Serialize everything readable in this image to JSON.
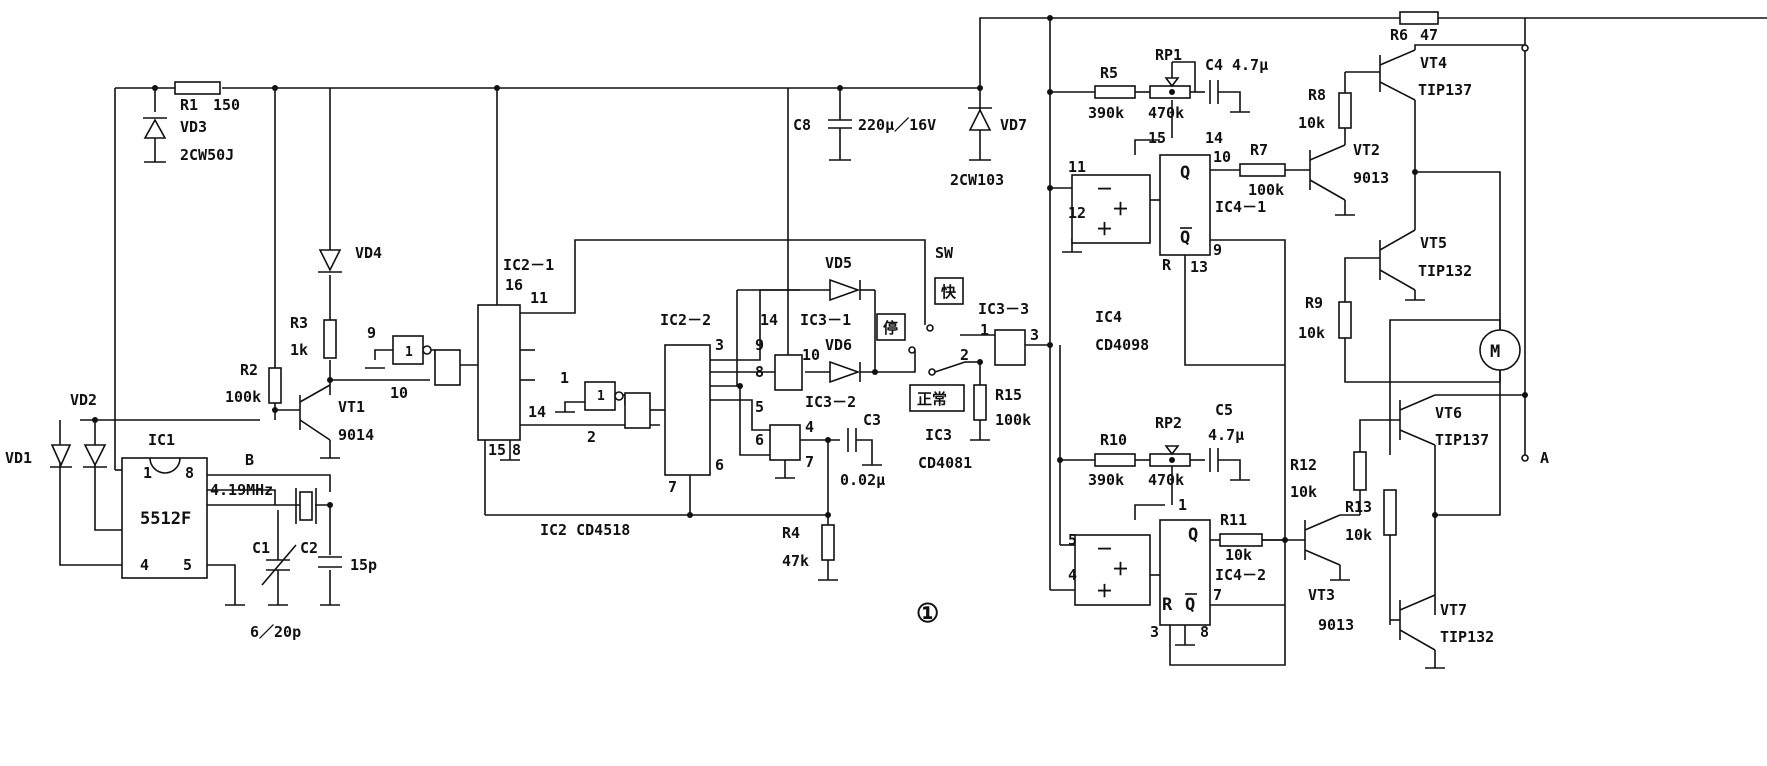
{
  "figure_number": "①",
  "power": {
    "r1": {
      "ref": "R1",
      "value": "150"
    },
    "vd3": {
      "ref": "VD3",
      "value": "2CW50J"
    },
    "c8": {
      "ref": "C8",
      "value": "220μ／16V"
    },
    "vd7": {
      "ref": "VD7",
      "value": "2CW103"
    },
    "r6": {
      "ref": "R6",
      "value": "47"
    }
  },
  "clock": {
    "ic1": {
      "ref": "IC1",
      "part": "5512F",
      "pins": [
        "1",
        "8",
        "4",
        "5"
      ]
    },
    "crystal": {
      "ref": "B",
      "value": "4.19MHz"
    },
    "c1": {
      "ref": "C1",
      "value": "6／20p"
    },
    "c2": {
      "ref": "C2",
      "value": "15p"
    },
    "vd1": "VD1",
    "vd2": "VD2",
    "r2": {
      "ref": "R2",
      "value": "100k"
    },
    "r3": {
      "ref": "R3",
      "value": "1k"
    },
    "vd4": "VD4",
    "vt1": {
      "ref": "VT1",
      "part": "9014"
    }
  },
  "counter": {
    "ic2_1": "IC2－1",
    "ic2_2": "IC2－2",
    "ic2": "IC2 CD4518",
    "pins": {
      "p9": "9",
      "p10": "10",
      "p16": "16",
      "p11": "11",
      "p1": "1",
      "p14": "14",
      "p2": "2",
      "p15": "15",
      "p8": "8",
      "p3": "3",
      "p6": "6",
      "p7": "7"
    },
    "inv_label": "1"
  },
  "gate": {
    "vd5": "VD5",
    "vd6": "VD6",
    "ic3_1": "IC3－1",
    "ic3_2": "IC3－2",
    "ic3_3": "IC3－3",
    "ic3": {
      "ref": "IC3",
      "part": "CD4081"
    },
    "c3": {
      "ref": "C3",
      "value": "0.02μ"
    },
    "r4": {
      "ref": "R4",
      "value": "47k"
    },
    "r15": {
      "ref": "R15",
      "value": "100k"
    },
    "sw": "SW",
    "sw_positions": {
      "fast": "快",
      "stop": "停",
      "normal": "正常"
    },
    "pins": {
      "p14": "14",
      "p9": "9",
      "p10": "10",
      "p8": "8",
      "p5": "5",
      "p6": "6",
      "p4": "4",
      "p7": "7",
      "p1": "1",
      "p2": "2",
      "p3": "3"
    }
  },
  "monostable": {
    "ic4": {
      "ref": "IC4",
      "part": "CD4098"
    },
    "ic4_1": "IC4－1",
    "ic4_2": "IC4－2",
    "r5": {
      "ref": "R5",
      "value": "390k"
    },
    "rp1": {
      "ref": "RP1",
      "value": "470k"
    },
    "c4": {
      "ref": "C4",
      "value": "4.7μ"
    },
    "r7": {
      "ref": "R7",
      "value": "100k"
    },
    "r10": {
      "ref": "R10",
      "value": "390k"
    },
    "rp2": {
      "ref": "RP2",
      "value": "470k"
    },
    "c5": {
      "ref": "C5",
      "value": "4.7μ"
    },
    "r11": {
      "ref": "R11",
      "value": "10k"
    },
    "q": "Q",
    "qbar": "Q",
    "r": "R",
    "minus": "－",
    "plus": "＋",
    "pins_top": {
      "p15": "15",
      "p14": "14",
      "p11": "11",
      "p12": "12",
      "p10": "10",
      "p9": "9",
      "p13": "13"
    },
    "pins_bottom": {
      "p1": "1",
      "p5": "5",
      "p4": "4",
      "p3": "3",
      "p8": "8",
      "p7": "7"
    }
  },
  "driver": {
    "r8": {
      "ref": "R8",
      "value": "10k"
    },
    "vt2": {
      "ref": "VT2",
      "part": "9013"
    },
    "vt4": {
      "ref": "VT4",
      "part": "TIP137"
    },
    "vt5": {
      "ref": "VT5",
      "part": "TIP132"
    },
    "r9": {
      "ref": "R9",
      "value": "10k"
    },
    "motor": "M",
    "vt6": {
      "ref": "VT6",
      "part": "TIP137"
    },
    "vt7": {
      "ref": "VT7",
      "part": "TIP132"
    },
    "r12": {
      "ref": "R12",
      "value": "10k"
    },
    "r13": {
      "ref": "R13",
      "value": "10k"
    },
    "vt3": {
      "ref": "VT3",
      "part": "9013"
    },
    "terminal_a": "A"
  }
}
